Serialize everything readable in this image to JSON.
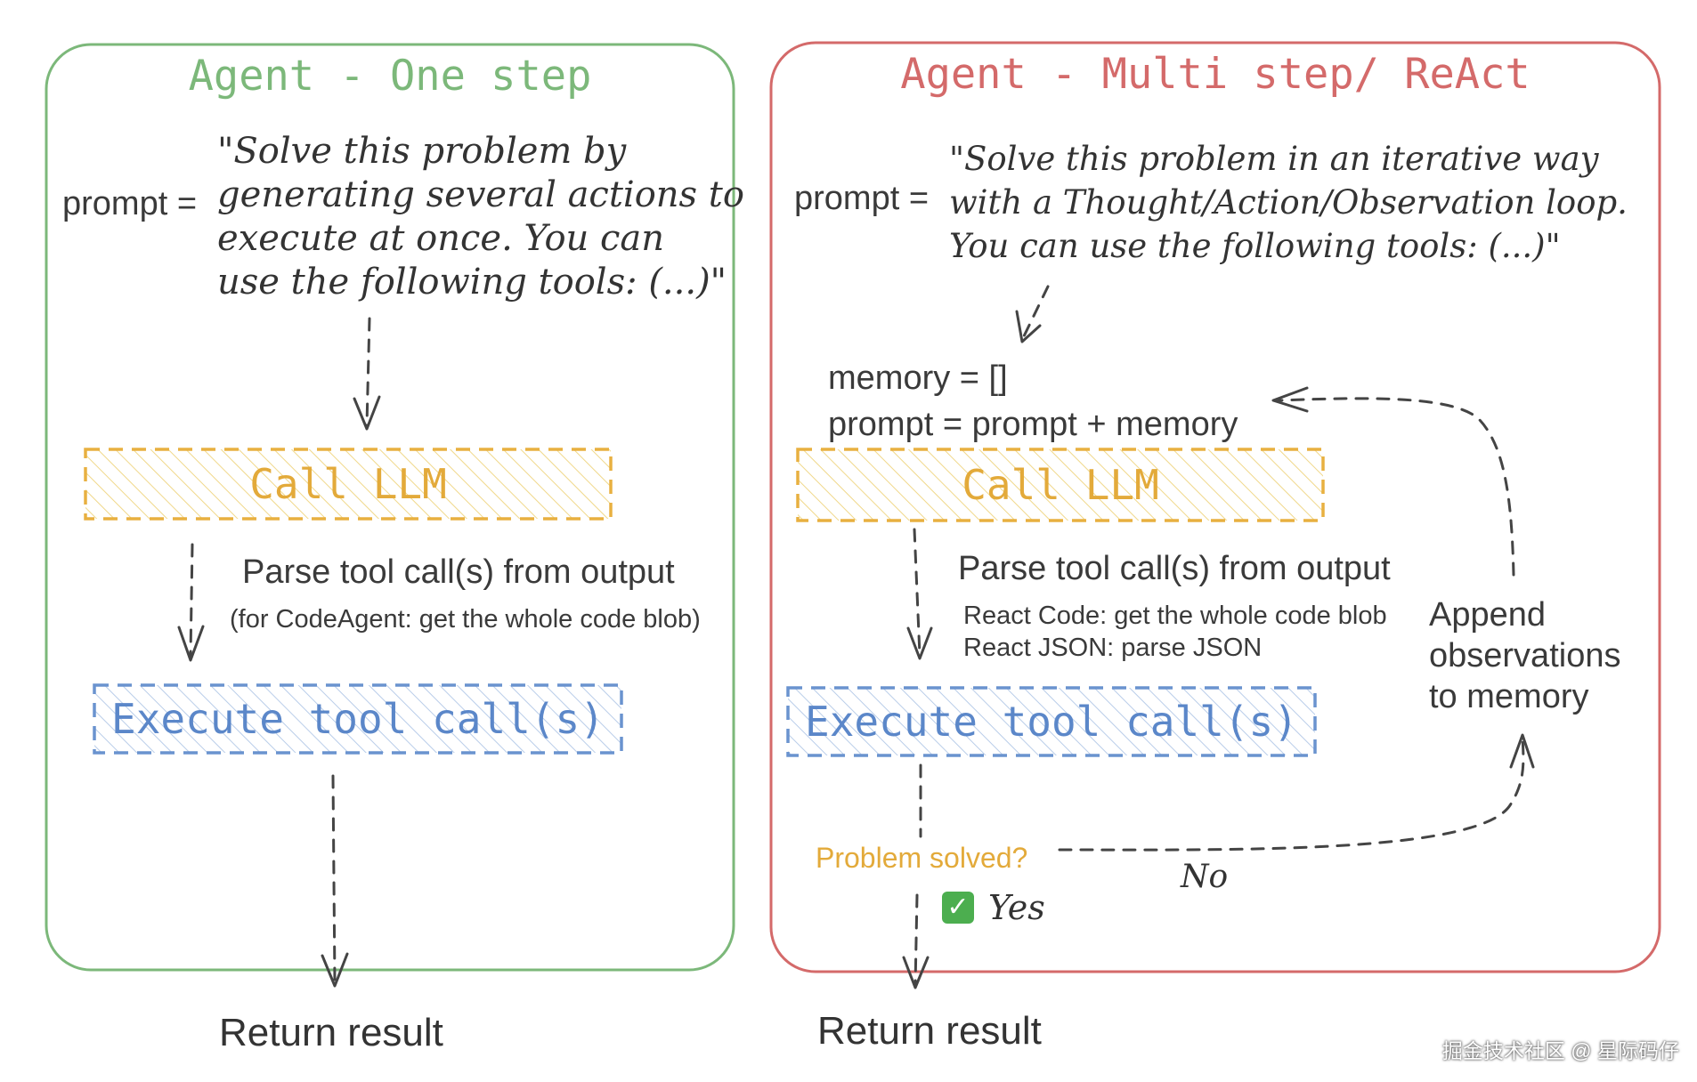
{
  "left_panel": {
    "title": "Agent - One step",
    "prompt_label": "prompt =",
    "prompt_text": "\"Solve this problem by\ngenerating several actions to\nexecute at once. You can\nuse the following tools: (...)\"",
    "call_llm": "Call LLM",
    "parse_label": "Parse tool call(s) from output",
    "parse_note": "(for CodeAgent: get the whole code blob)",
    "execute": "Execute tool call(s)",
    "return_result": "Return result"
  },
  "right_panel": {
    "title": "Agent - Multi step/ ReAct",
    "prompt_label": "prompt =",
    "prompt_text": "\"Solve this problem in an iterative way\nwith a Thought/Action/Observation loop.\nYou can use the following tools: (...)\"",
    "memory_init": "memory = []",
    "prompt_update": "prompt = prompt + memory",
    "call_llm": "Call LLM",
    "parse_label": "Parse tool call(s) from output",
    "parse_note_code": "React Code: get the whole code blob",
    "parse_note_json": "React JSON: parse JSON",
    "execute": "Execute tool call(s)",
    "append_label": "Append\nobservations\nto memory",
    "problem_solved": "Problem solved?",
    "yes_label": "Yes",
    "no_label": "No",
    "return_result": "Return result"
  },
  "watermark": "掘金技术社区 @ 星际码仔",
  "colors": {
    "green": "#7cb87a",
    "red": "#d46a6a",
    "yellow": "#e8b040",
    "blue": "#6a93cf",
    "check": "#4cae4f"
  },
  "icons": {
    "check": "check-mark-icon"
  }
}
